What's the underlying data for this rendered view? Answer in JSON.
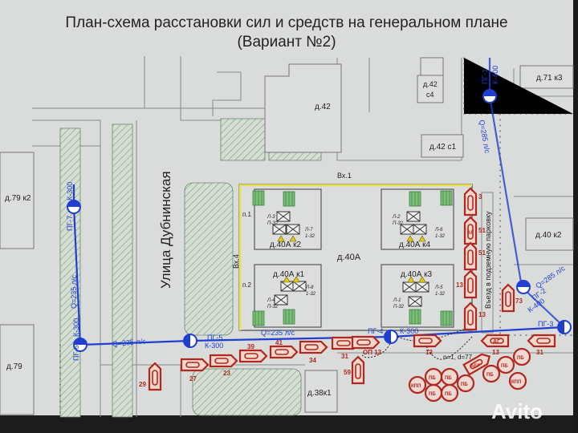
{
  "title": {
    "line1": "План-схема расстановки сил и средств на генеральном плане",
    "line2": "(Вариант №2)"
  },
  "street": "Улица Дубнинская",
  "parking_entry": "Въезд в подземную парковку",
  "buildings": {
    "d42": "д.42",
    "d42c4_a": "д.42",
    "d42c4_b": "с4",
    "d42c1": "д.42 с1",
    "d71k3": "д.71 к3",
    "d40k2": "д.40 к2",
    "d79k2": "д.79 к2",
    "d79": "д.79",
    "d38k1": "д.38к1",
    "d40a": "д.40А",
    "k1": "д.40А к1",
    "k2": "д.40А к2",
    "k3": "д.40А к3",
    "k4": "д.40А к4"
  },
  "entrances": {
    "vx1": "Вх.1",
    "vx4": "Вх.4",
    "p1": "п.1",
    "p2": "п.2"
  },
  "hydrants": [
    {
      "id": "ПГ-1",
      "pipe": "К-400"
    },
    {
      "id": "ПГ-2",
      "pipe": "К-400"
    },
    {
      "id": "ПГ-3",
      "pipe": ""
    },
    {
      "id": "ПГ-4",
      "pipe": "К-300"
    },
    {
      "id": "ПГ-5",
      "pipe": "К-300"
    },
    {
      "id": "ПГ-6",
      "pipe": "К-300"
    },
    {
      "id": "ПГ-7",
      "pipe": "К-300"
    }
  ],
  "flows": {
    "q235": "Q=235 л/с",
    "q285": "Q=285 л/с"
  },
  "nozzles": {
    "l1": "Л-1",
    "l2": "Л-2",
    "l3": "Л-3",
    "l4": "Л-4",
    "l5": "Л-5",
    "l6": "Л-6",
    "l7": "Л-7",
    "l8": "Л-8",
    "p32": "П-32",
    "t32": "1-32"
  },
  "vehicles": {
    "v3": "3",
    "v51a": "51",
    "v51b": "51",
    "v13a": "13",
    "v13b": "13",
    "v73": "73",
    "v13c": "13",
    "v13d": "13",
    "v31a": "31",
    "v31b": "31",
    "v27": "27",
    "v23": "23",
    "v39": "39",
    "v41": "41",
    "v34": "34",
    "v29": "29",
    "v59": "59",
    "op13": "ОП 13",
    "ag": "АГ",
    "abg": "АБГ"
  },
  "units": {
    "pb": "ПБ",
    "kpp": "КПП"
  },
  "hose": "n=1, d=77",
  "watermark": "Avito",
  "colors": {
    "pipe": "#1f3fd0",
    "vehicles": "#b0281e",
    "equipment": "#7bbf7b",
    "boundary": "#e8e04a"
  }
}
